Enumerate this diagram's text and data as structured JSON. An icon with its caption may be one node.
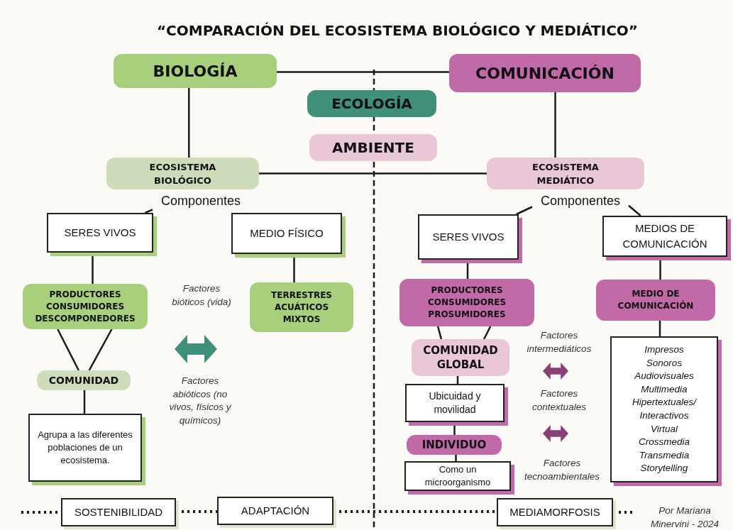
{
  "diagram": {
    "title": "“COMPARACIÓN DEL ECOSISTEMA BIOLÓGICO Y MEDIÁTICO”",
    "nodes": [
      {
        "text": [
          "BIOLOGÍA"
        ]
      },
      {
        "text": [
          "COMUNICACIÓN"
        ]
      },
      {
        "text": [
          "ECOLOGÍA"
        ]
      },
      {
        "text": [
          "AMBIENTE"
        ]
      },
      {
        "text": [
          "ECOSISTEMA BIOLÓGICO"
        ]
      },
      {
        "text": [
          "ECOSISTEMA MEDIÁTICO"
        ]
      },
      {
        "text": [
          "Componentes"
        ]
      },
      {
        "text": [
          "SERES VIVOS"
        ]
      },
      {
        "text": [
          "MEDIO FÍSICO"
        ]
      },
      {
        "text": [
          "Componentes"
        ]
      },
      {
        "text": [
          "SERES VIVOS"
        ]
      },
      {
        "text": [
          "MEDIOS DE COMUNICACIÓN"
        ]
      },
      {
        "text": [
          "PRODUCTORES",
          "CONSUMIDORES",
          "DESCOMPONEDORES"
        ]
      },
      {
        "text": [
          "TERRESTRES",
          "ACUÁTICOS",
          "MIXTOS"
        ]
      },
      {
        "text": [
          "COMUNIDAD"
        ]
      },
      {
        "text": [
          "Agrupa a las diferentes poblaciones de un ecosistema."
        ]
      },
      {
        "text": [
          "PRODUCTORES",
          "CONSUMIDORES",
          "PROSUMIDORES"
        ]
      },
      {
        "text": [
          "MEDIO DE COMUNICACIÓN"
        ]
      },
      {
        "text": [
          "COMUNIDAD GLOBAL"
        ]
      },
      {
        "text": [
          "Ubicuidad y movilidad"
        ]
      },
      {
        "text": [
          "INDIVIDUO"
        ]
      },
      {
        "text": [
          "Como un microorganismo"
        ]
      },
      {
        "text": [
          "Impresos",
          "Sonoros",
          "Audiovisuales",
          "Multimedia",
          "Hipertextuales/ Interactivos",
          "Virtual",
          "Crossmedia",
          "Transmedia",
          "Storytelling"
        ]
      },
      {
        "text": [
          "SOSTENIBILIDAD"
        ]
      },
      {
        "text": [
          "ADAPTACIÓN"
        ]
      },
      {
        "text": [
          "MEDIAMORFOSIS"
        ]
      }
    ],
    "edges": [
      {
        "from": 0,
        "to": 1,
        "arrow": "none"
      },
      {
        "from": 0,
        "to": 4,
        "arrow": "none"
      },
      {
        "from": 1,
        "to": 5,
        "arrow": "none"
      },
      {
        "from": 4,
        "to": 5,
        "arrow": "none"
      },
      {
        "from": 6,
        "to": 7,
        "arrow": "none"
      },
      {
        "from": 9,
        "to": 10,
        "arrow": "none"
      },
      {
        "from": 9,
        "to": 11,
        "arrow": "none"
      },
      {
        "from": 7,
        "to": 12,
        "arrow": "none"
      },
      {
        "from": 8,
        "to": 13,
        "arrow": "none"
      },
      {
        "from": 12,
        "to": 14,
        "arrow": "none"
      },
      {
        "from": 12,
        "to": 14,
        "arrow": "none"
      },
      {
        "from": 14,
        "to": 15,
        "arrow": "none"
      },
      {
        "from": 10,
        "to": 16,
        "arrow": "none"
      },
      {
        "from": 11,
        "to": 17,
        "arrow": "none"
      },
      {
        "from": 16,
        "to": 18,
        "arrow": "none"
      },
      {
        "from": 16,
        "to": 18,
        "arrow": "none"
      },
      {
        "from": 18,
        "to": 19,
        "arrow": "none"
      },
      {
        "from": 19,
        "to": 20,
        "arrow": "none"
      },
      {
        "from": 20,
        "to": 21,
        "arrow": "none"
      },
      {
        "from": 17,
        "to": 22,
        "arrow": "none"
      },
      {
        "from": null,
        "to": 23,
        "arrow": "none",
        "style": "dashed"
      },
      {
        "from": 23,
        "to": 24,
        "arrow": "none",
        "style": "dashed"
      },
      {
        "from": 24,
        "to": 25,
        "arrow": "none",
        "style": "dashed"
      },
      {
        "from": 25,
        "to": null,
        "arrow": "none",
        "style": "dashed"
      }
    ],
    "labels": [
      "Factores bióticos (vida)",
      "Factores abióticos (no vivos, físicos y químicos)",
      "Factores intermediáticos",
      "Factores contextuales",
      "Factores tecnoambientales",
      "Por Mariana Minervini - 2024"
    ]
  }
}
